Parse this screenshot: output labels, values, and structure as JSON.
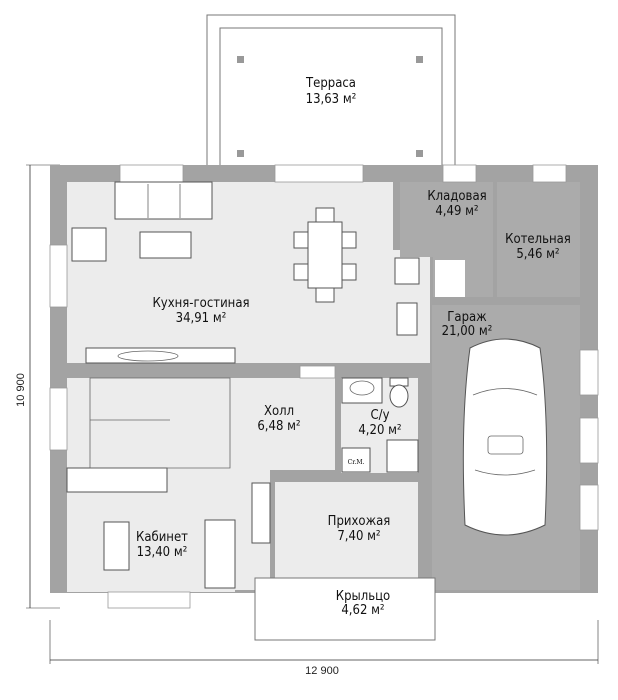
{
  "plan": {
    "rooms": [
      {
        "name": "Терраса",
        "area": "13,63 м²"
      },
      {
        "name": "Кухня-гостиная",
        "area": "34,91 м²"
      },
      {
        "name": "Кладовая",
        "area": "4,49 м²"
      },
      {
        "name": "Котельная",
        "area": "5,46 м²"
      },
      {
        "name": "Гараж",
        "area": "21,00 м²"
      },
      {
        "name": "Холл",
        "area": "6,48 м²"
      },
      {
        "name": "С/у",
        "area": "4,20 м²"
      },
      {
        "name": "Прихожая",
        "area": "7,40 м²"
      },
      {
        "name": "Кабинет",
        "area": "13,40 м²"
      },
      {
        "name": "Крыльцо",
        "area": "4,62 м²"
      }
    ],
    "fixture_label": "Cr.M.",
    "dimensions": {
      "height": "10 900",
      "width": "12 900"
    }
  }
}
